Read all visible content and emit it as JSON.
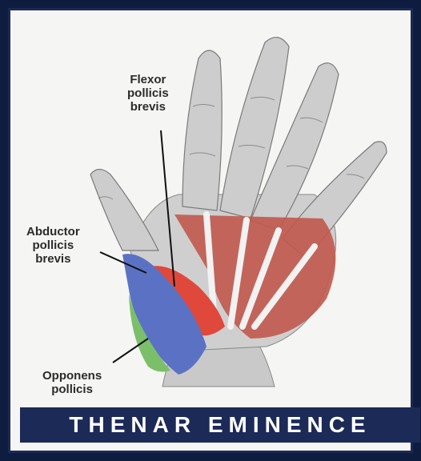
{
  "labels": {
    "flexor": [
      "Flexor",
      "pollicis",
      "brevis"
    ],
    "abductor": [
      "Abductor",
      "pollicis",
      "brevis"
    ],
    "opponens": [
      "Opponens",
      "pollicis"
    ]
  },
  "banner": {
    "text": "THENAR EMINENCE"
  },
  "colors": {
    "frame": "#0e1d3f",
    "banner": "#1c2a58",
    "muscle_red": "#c1584d",
    "flexor_red": "#e0483c",
    "abductor_blue": "#5b72c4",
    "opponens_green": "#7cbf6a",
    "tendon": "#f2f2f2",
    "bone_gray": "#b9b9b9"
  }
}
